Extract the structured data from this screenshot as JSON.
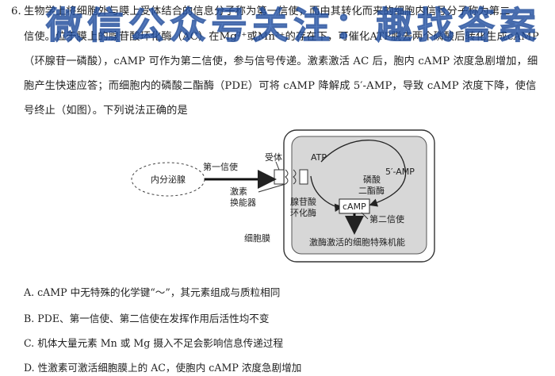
{
  "question": {
    "number": "6.",
    "lines": [
      "生物学上将细胞外与膜上受体结合的信息分子称为第一信使，而由其转化而来的细胞内信号分子称为第二",
      "信使。位于膜上的腺苷酸环化酶（AC）在Mg²⁺或Mn²⁺的存在下，可催化ATP脱去两个磷酸后转化生成cAMP",
      "（环腺苷一磷酸），cAMP 可作为第二信使，参与信号传递。激素激活 AC 后，胞内 cAMP 浓度急剧增加，细",
      "胞产生快速应答；而细胞内的磷酸二酯酶（PDE）可将 cAMP 降解成 5′-AMP，导致 cAMP 浓度下降，使信",
      "号终止（如图）。下列说法正确的是"
    ]
  },
  "watermark": "微信公众号关注：趣找答案",
  "diagram": {
    "gland": "内分泌腺",
    "first_messenger": "第一信使",
    "receptor": "受体",
    "transducer": [
      "激素",
      "换能器"
    ],
    "ac": [
      "腺苷酸",
      "环化酶"
    ],
    "membrane": "细胞膜",
    "atp": "ATP",
    "amp": "5′-AMP",
    "pde": [
      "磷酸",
      "二酯酶"
    ],
    "camp": "cAMP",
    "second_messenger": "第二信使",
    "function": "激酶激活的细胞特殊机能"
  },
  "options": [
    "A.  cAMP 中无特殊的化学键“～”，其元素组成与质粒相同",
    "B.  PDE、第一信使、第二信使在发挥作用后活性均不变",
    "C.  机体大量元素 Mn 或 Mg 摄入不足会影响信息传递过程",
    "D.  性激素可激活细胞膜上的 AC，使胞内 cAMP 浓度急剧增加"
  ]
}
